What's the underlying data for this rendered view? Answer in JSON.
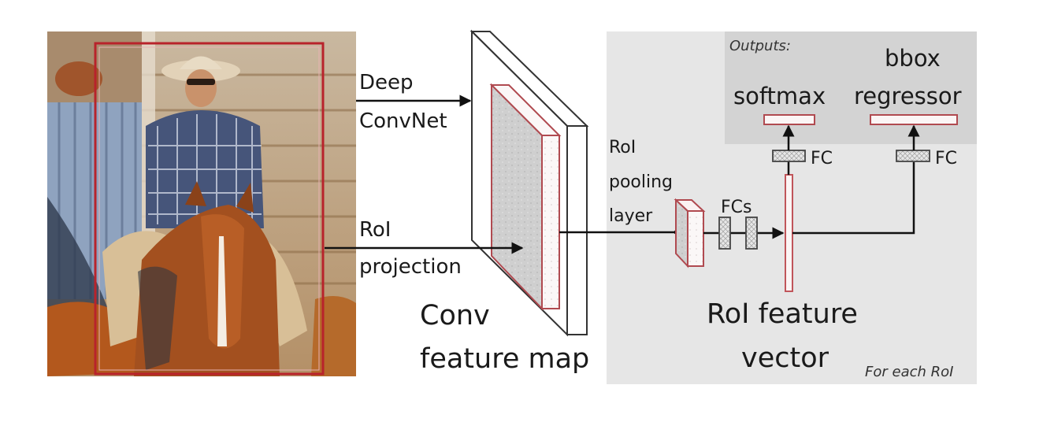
{
  "title": "Fast R-CNN architecture",
  "colors": {
    "roi_red": "#b8232b",
    "roi_red_light": "#c0555a",
    "panel_gray": "#e6e6e6",
    "outputs_gray": "#d3d3d3",
    "ink": "#1a1a1a"
  },
  "input_image": {
    "description": "Cowboy in plaid shirt and hat riding a chestnut horse in a rodeo pen",
    "roi_box": "red bounding box around rider and horse"
  },
  "labels": {
    "deep_convnet_line1": "Deep",
    "deep_convnet_line2": "ConvNet",
    "roi_projection_line1": "RoI",
    "roi_projection_line2": "projection",
    "conv_feature_map_line1": "Conv",
    "conv_feature_map_line2": "feature map",
    "roi_pooling_line1": "RoI",
    "roi_pooling_line2": "pooling",
    "roi_pooling_line3": "layer",
    "fcs": "FCs",
    "fc_softmax": "FC",
    "fc_bbox": "FC",
    "outputs": "Outputs:",
    "softmax": "softmax",
    "bbox_line1": "bbox",
    "bbox_line2": "regressor",
    "roi_feature_vector_line1": "RoI feature",
    "roi_feature_vector_line2": "vector",
    "for_each_roi": "For each RoI"
  }
}
